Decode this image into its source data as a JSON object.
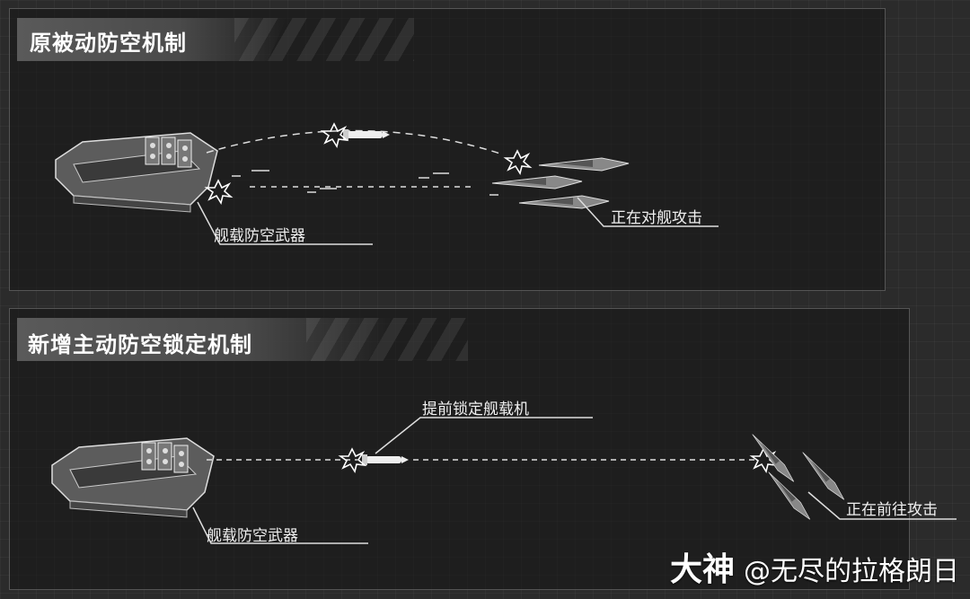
{
  "section1": {
    "title": "原被动防空机制",
    "weapon_label": "舰载防空武器",
    "target_label": "正在对舰攻击"
  },
  "section2": {
    "title": "新增主动防空锁定机制",
    "lock_label": "提前锁定舰载机",
    "weapon_label": "舰载防空武器",
    "target_label": "正在前往攻击"
  },
  "watermark": {
    "brand": "大神",
    "handle": "@无尽的拉格朗日"
  }
}
